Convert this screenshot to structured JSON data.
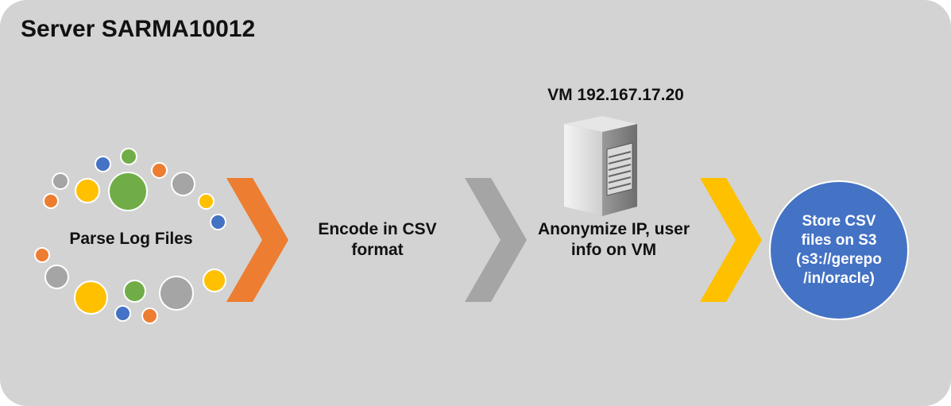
{
  "title": "Server SARMA10012",
  "steps": {
    "parse": {
      "label": "Parse Log Files"
    },
    "encode": {
      "label_line1": "Encode in CSV",
      "label_line2": "format"
    },
    "anonymize": {
      "vm_title": "VM 192.167.17.20",
      "label_line1": "Anonymize IP, user",
      "label_line2": "info on VM"
    },
    "store": {
      "label": "Store CSV\nfiles on S3\n(s3://gerepo\n/in/oracle)"
    }
  },
  "colors": {
    "panel": "#d3d3d3",
    "orange": "#ed7d31",
    "gray": "#a5a5a5",
    "yellow": "#ffc000",
    "blue": "#4472c4",
    "green": "#70ad47"
  },
  "icons": {
    "bubbles": "log-file-dots",
    "server": "server-tower-icon",
    "arrows": "chevron-right-icon"
  }
}
